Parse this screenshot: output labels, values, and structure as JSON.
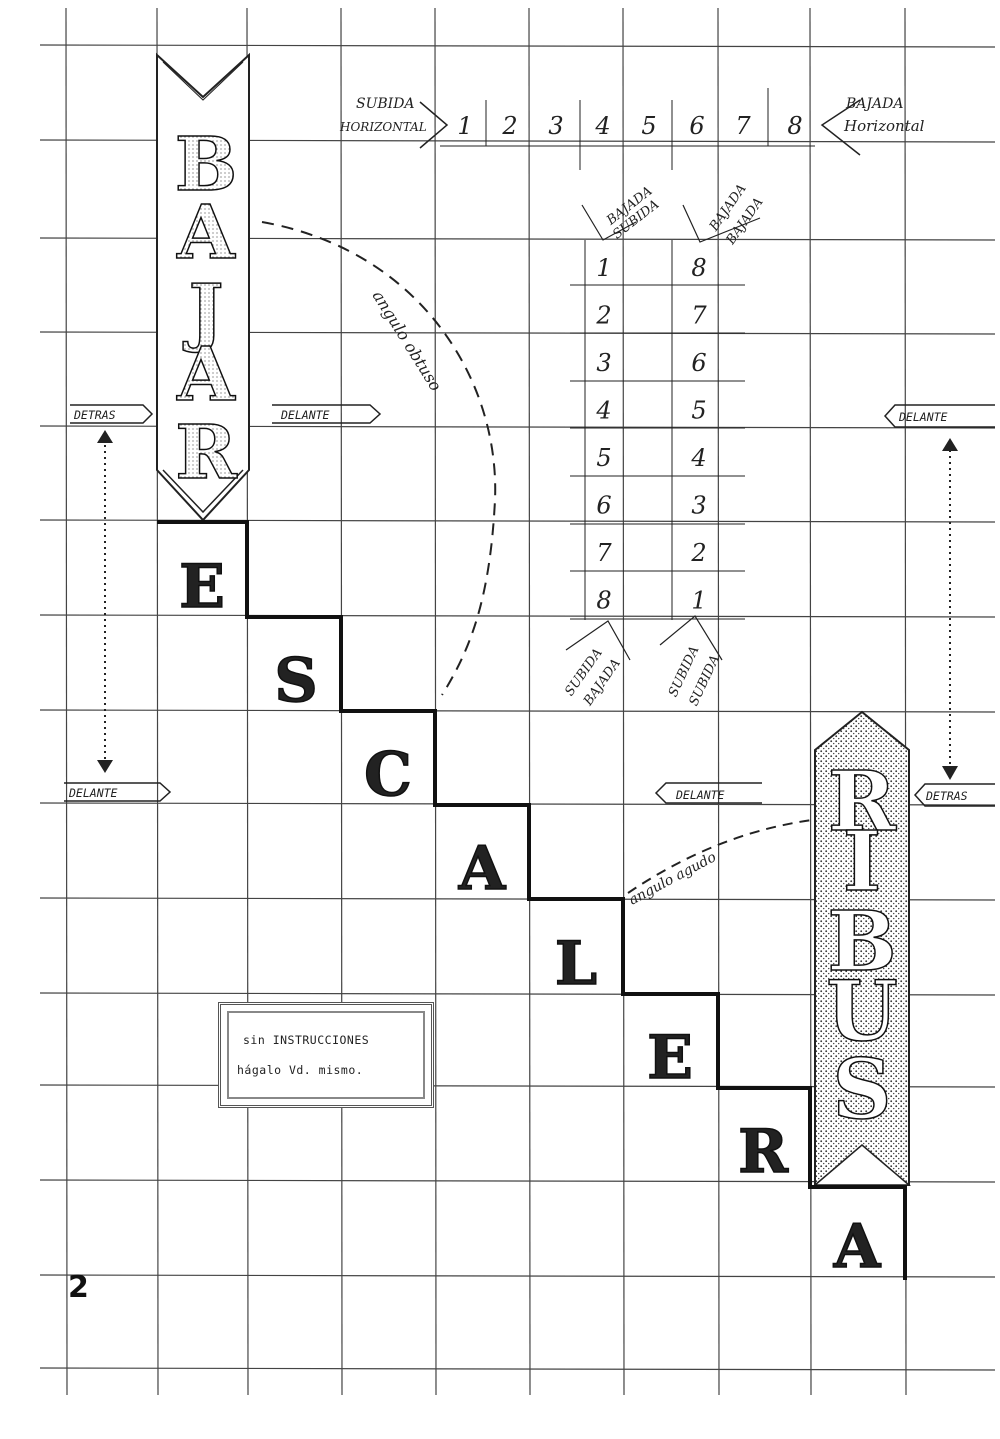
{
  "horizontal_header": {
    "left_label_1": "SUBIDA",
    "left_label_2": "HORIZONTAL",
    "right_label_1": "BAJADA",
    "right_label_2": "Horizontal",
    "numbers": [
      "1",
      "2",
      "3",
      "4",
      "5",
      "6",
      "7",
      "8"
    ]
  },
  "table": {
    "col1_header_1": "BAJADA",
    "col1_header_2": "SUBIDA",
    "col2_header_1": "BAJADA",
    "col2_header_2": "BAJADA",
    "col1_values": [
      "1",
      "2",
      "3",
      "4",
      "5",
      "6",
      "7",
      "8"
    ],
    "col2_values": [
      "8",
      "7",
      "6",
      "5",
      "4",
      "3",
      "2",
      "1"
    ],
    "col1_footer_1": "SUBIDA",
    "col1_footer_2": "BAJADA",
    "col2_footer_1": "SUBIDA",
    "col2_footer_2": "SUBIDA"
  },
  "bajar_word": [
    "B",
    "A",
    "J",
    "A",
    "R"
  ],
  "ribus_word": [
    "R",
    "I",
    "B",
    "U",
    "S"
  ],
  "escalera_word": [
    "E",
    "S",
    "C",
    "A",
    "L",
    "E",
    "R",
    "A"
  ],
  "labels": {
    "detras_left": "DETRAS",
    "delante_top": "DELANTE",
    "delante_right_top": "DELANTE",
    "delante_left_bottom": "DELANTE",
    "delante_mid": "DELANTE",
    "detras_right": "DETRAS",
    "angulo_obtuso": "angulo obtuso",
    "angulo_agudo": "angulo agudo"
  },
  "note": {
    "line1": "sin INSTRUCCIONES",
    "line2": "hágalo Vd. mismo."
  },
  "page_number": "2"
}
